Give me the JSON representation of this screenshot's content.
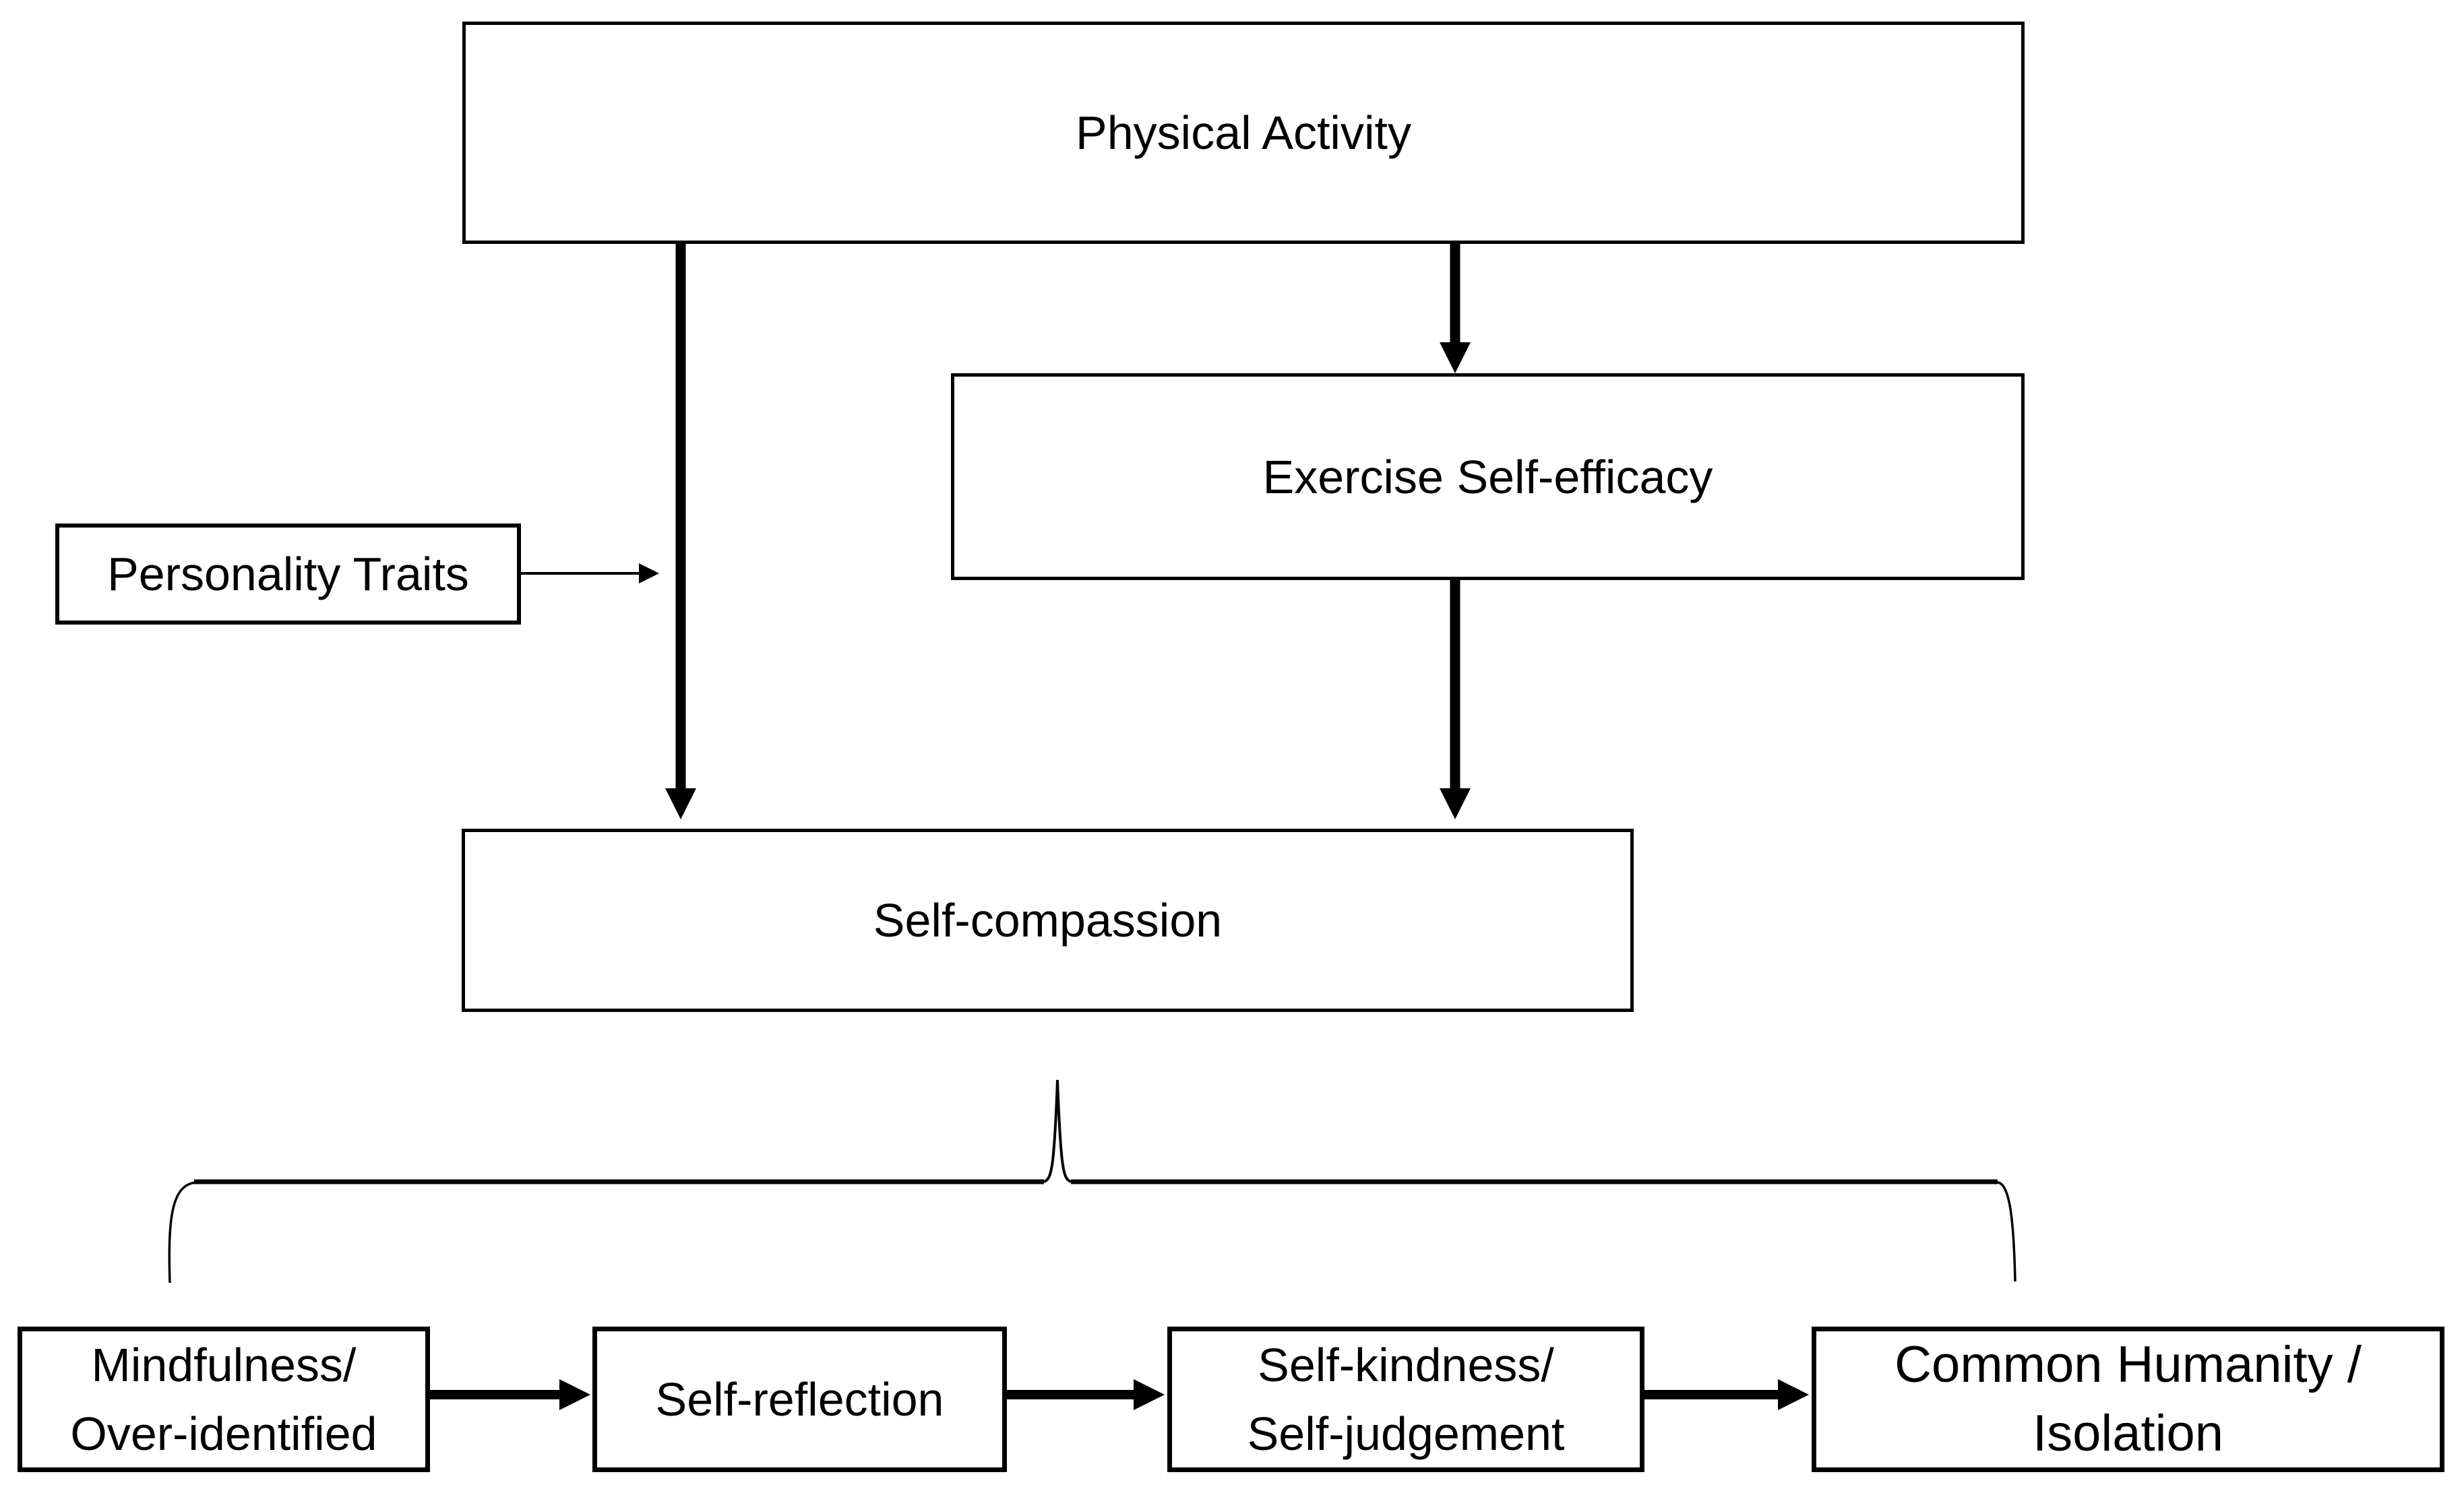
{
  "diagram": {
    "title": "Physical activity, self-compassion model diagram",
    "colors": {
      "background": "#ffffff",
      "stroke": "#000000",
      "text": "#000000",
      "box_fill": "#ffffff"
    },
    "nodes": {
      "physical_activity": {
        "label": "Physical Activity"
      },
      "exercise_self_efficacy": {
        "label": "Exercise Self-efficacy"
      },
      "personality_traits": {
        "label": "Personality Traits"
      },
      "self_compassion": {
        "label": "Self-compassion"
      },
      "mindfulness": {
        "line1": "Mindfulness/",
        "line2": "Over-identified"
      },
      "self_reflection": {
        "label": "Self-reflection"
      },
      "self_kindness": {
        "line1": "Self-kindness/",
        "line2": "Self-judgement"
      },
      "common_humanity": {
        "line1": "Common Humanity /",
        "line2": "Isolation"
      }
    },
    "edges": [
      {
        "from": "physical-activity",
        "to": "self-compassion",
        "style": "thick-arrow-down"
      },
      {
        "from": "physical-activity",
        "to": "exercise-self-efficacy",
        "style": "thick-arrow-down"
      },
      {
        "from": "exercise-self-efficacy",
        "to": "self-compassion",
        "style": "thick-arrow-down"
      },
      {
        "from": "personality-traits",
        "to": "physical-activity-self-compassion-pathway",
        "style": "thin-arrow-right"
      },
      {
        "from": "mindfulness-over-identified",
        "to": "self-reflection",
        "style": "thick-arrow-right"
      },
      {
        "from": "self-reflection",
        "to": "self-kindness-self-judgement",
        "style": "thick-arrow-right"
      },
      {
        "from": "self-kindness-self-judgement",
        "to": "common-humanity-isolation",
        "style": "thick-arrow-right"
      }
    ],
    "brace": {
      "meaning": "Self-compassion is expanded into the four components below",
      "orientation": "horizontal, pointing up at center under Self-compassion"
    }
  }
}
